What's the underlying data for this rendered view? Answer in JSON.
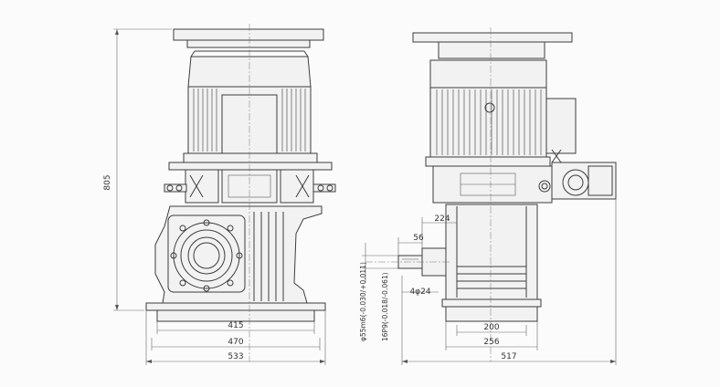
{
  "front_view": {
    "dims": {
      "height": "805",
      "base_inner": "415",
      "base_mid": "470",
      "base_outer": "533"
    }
  },
  "side_view": {
    "dims": {
      "shaft_offset": "224",
      "shaft_len": "56",
      "key": "4φ24",
      "base_inner": "200",
      "base_mid": "256",
      "base_outer": "517",
      "shaft_diameter": "φ55m6(-0.030/+0.011)",
      "key_width": "16P9(-0.018/-0.061)"
    }
  }
}
